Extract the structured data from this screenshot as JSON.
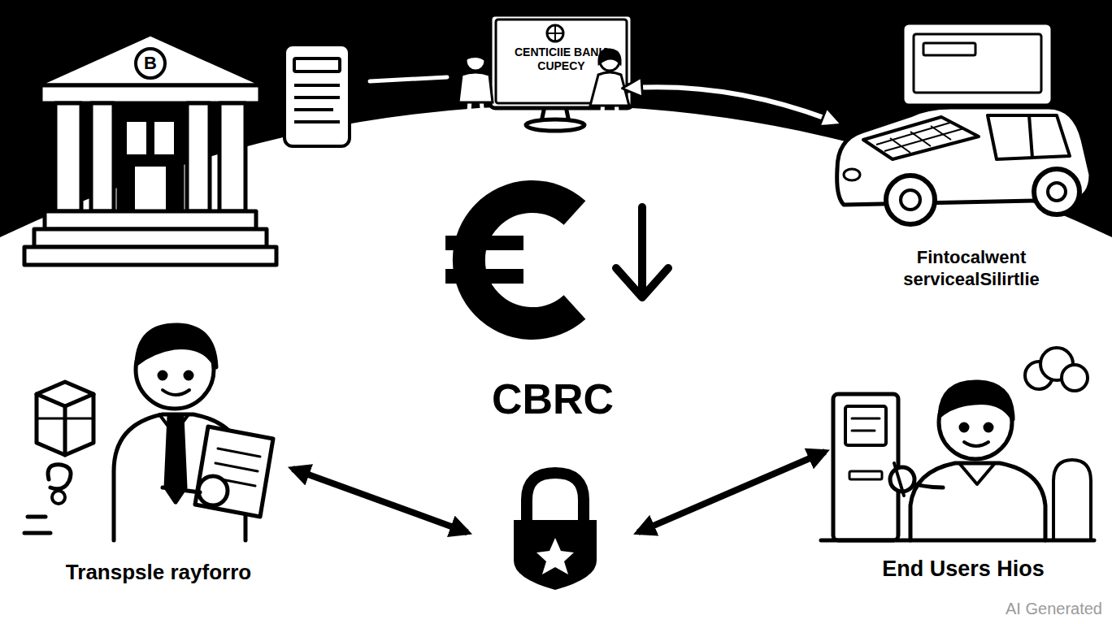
{
  "diagram": {
    "nodes": [
      {
        "text": [
          "CENTICIIE BANIJ CUPECY"
        ]
      },
      {
        "text": [
          "Fintocalwent servicealSilirtlie"
        ]
      },
      {
        "text": [
          "CBRC"
        ]
      },
      {
        "text": [
          "Transpsle rayforro"
        ]
      },
      {
        "text": [
          "End Users Hios"
        ]
      }
    ],
    "edges": [
      {
        "from": 0,
        "to": 1,
        "arrow": "both"
      },
      {
        "from": 3,
        "to": 2,
        "arrow": "both"
      },
      {
        "from": 2,
        "to": 4,
        "arrow": "both"
      }
    ],
    "labels": [
      "B",
      "AI Generated"
    ]
  }
}
